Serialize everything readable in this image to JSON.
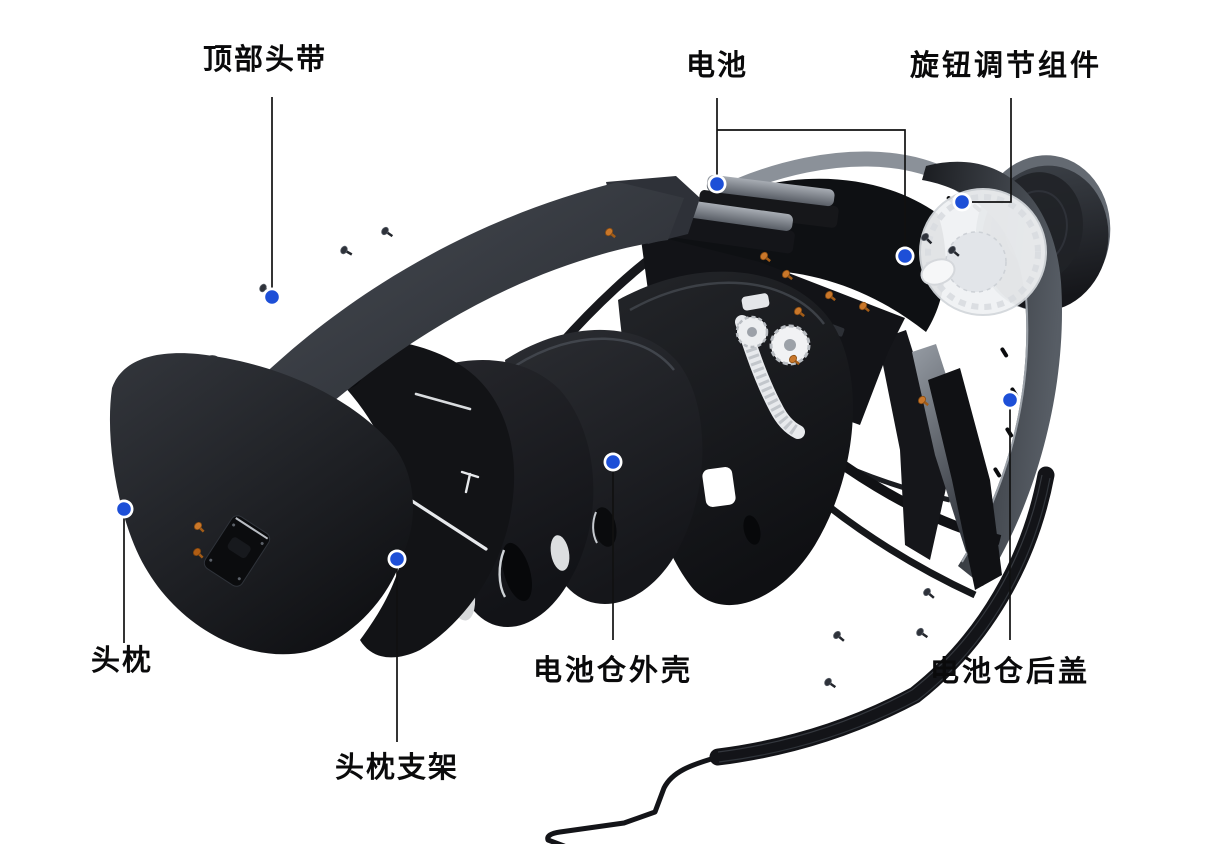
{
  "diagram": {
    "background_color": "#ffffff",
    "marker_color": "#1d4fd7",
    "marker_ring_color": "#ffffff",
    "leader_line_color": "#111111",
    "label_text_color": "#0a0a0b",
    "callouts": {
      "top_strap": {
        "label": "顶部头带"
      },
      "battery": {
        "label": "电池"
      },
      "knob_assembly": {
        "label": "旋钮调节组件"
      },
      "head_cushion": {
        "label": "头枕"
      },
      "cushion_bracket": {
        "label": "头枕支架"
      },
      "battery_shell": {
        "label": "电池仓外壳"
      },
      "battery_back_cover": {
        "label": "电池仓后盖"
      }
    }
  }
}
